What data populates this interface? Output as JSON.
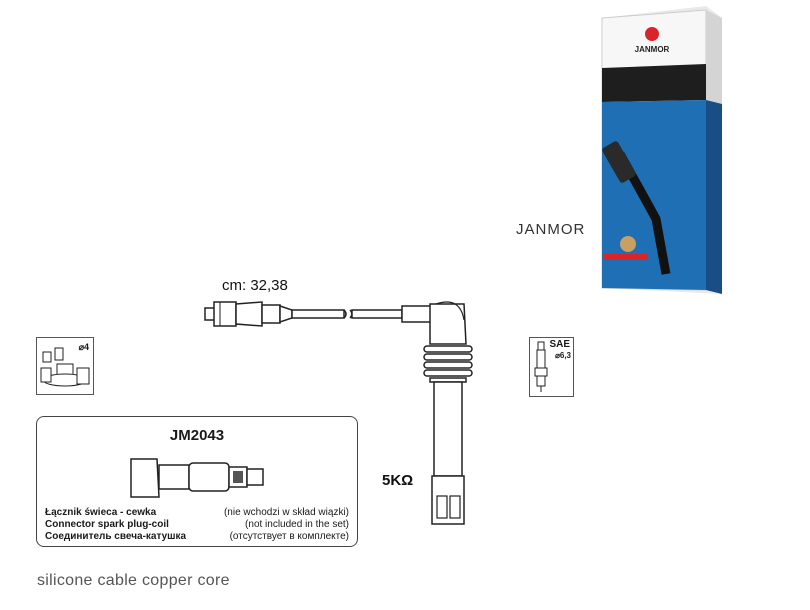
{
  "product": {
    "brand": "JANMOR",
    "part_code": "JM2043",
    "cable_length": "cm: 32,38",
    "resistance": "5KΩ",
    "footer": "silicone cable copper core"
  },
  "box": {
    "logo_text": "JANMOR"
  },
  "icons": {
    "distributor_size": "⌀4",
    "plug_type": "SAE",
    "plug_size": "⌀6,3"
  },
  "connector_note": {
    "pl_bold": "Łącznik świeca - cewka",
    "pl_rest": "(nie wchodzi w skład wiązki)",
    "en_bold": "Connector spark plug-coil",
    "en_rest": "(not included in the set)",
    "ru_bold": "Соединитель свеча-катушка",
    "ru_rest": "(отсутствует в комплекте)"
  },
  "colors": {
    "brand_red": "#d9252a",
    "box_blue": "#1f6fb5",
    "box_dark": "#222222"
  }
}
